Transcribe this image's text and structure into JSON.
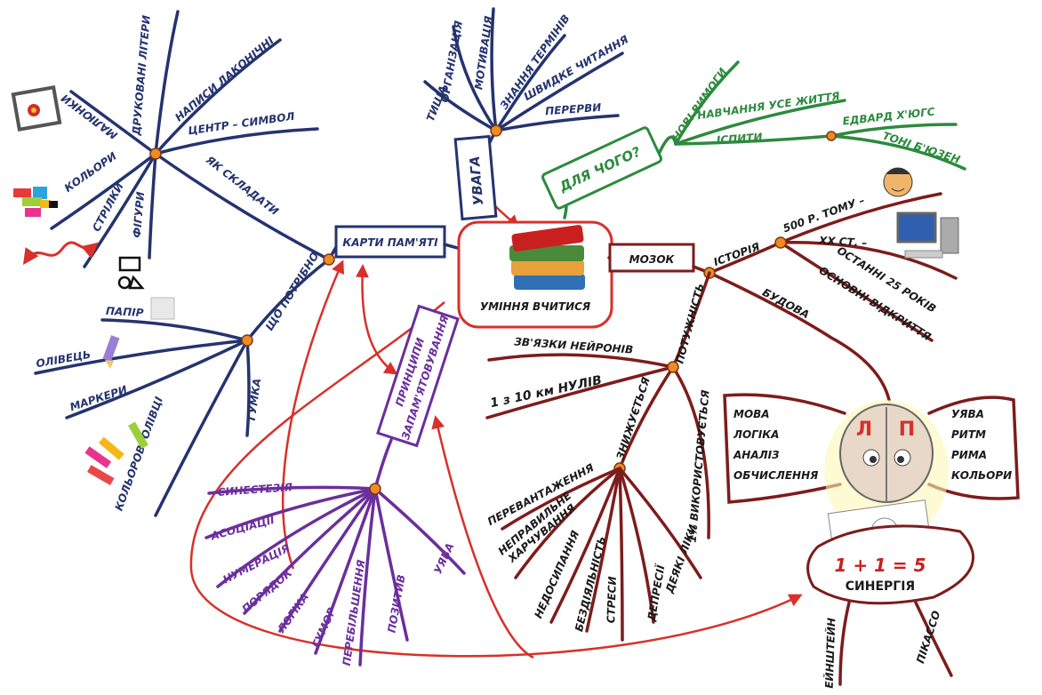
{
  "colors": {
    "blue": "#25336f",
    "maroon": "#7d1c1c",
    "green": "#2d8a3e",
    "purple": "#6b2f9c",
    "arrow": "#d8302a",
    "node": "#f08a24"
  },
  "center": {
    "label": "УМІННЯ ВЧИТИСЯ",
    "icon": "books-icon"
  },
  "maps": {
    "label": "КАРТИ ПАМ'ЯТІ",
    "how": {
      "label": "ЯК СКЛАДАТИ",
      "items": [
        "МАЛЮНКИ",
        "ДРУКОВАНІ ЛІТЕРИ",
        "НАПИСИ ЛАКОНІЧНІ",
        "ЦЕНТР – СИМВОЛ",
        "КОЛЬОРИ",
        "СТРІЛКИ",
        "ФІГУРИ"
      ]
    },
    "need": {
      "label": "ЩО ПОТРІБНО",
      "items": [
        "ПАПІР",
        "ОЛІВЕЦЬ",
        "МАРКЕРИ",
        "КОЛЬОРОВІ ОЛІВЦІ",
        "ГУМКА"
      ]
    }
  },
  "attention": {
    "label": "УВАГА",
    "items": [
      "ТИША",
      "ОРГАНІЗАЦІЯ",
      "МОТИВАЦІЯ",
      "ЗНАННЯ ТЕРМІНІВ",
      "ШВИДКЕ ЧИТАННЯ",
      "ПЕРЕРВИ"
    ]
  },
  "why": {
    "label": "ДЛЯ ЧОГО?",
    "items": [
      "НОВІ ВИМОГИ",
      "НАВЧАННЯ УСЕ ЖИТТЯ",
      "ІСПИТИ",
      "ЕДВАРД Х'ЮГС",
      "ТОНІ Б'ЮЗЕН"
    ]
  },
  "brain": {
    "label": "МОЗОК",
    "history": {
      "label": "ІСТОРІЯ",
      "items": [
        "500 Р. ТОМУ –",
        "XX СТ. –",
        "ОСТАННІ 25 РОКІВ",
        "ОСНОВНІ ВІДКРИТТЯ"
      ]
    },
    "structure": {
      "label": "БУДОВА",
      "left_letter": "Л",
      "right_letter": "П",
      "left": [
        "МОВА",
        "ЛОГІКА",
        "АНАЛІЗ",
        "ОБЧИСЛЕННЯ"
      ],
      "right": [
        "УЯВА",
        "РИТМ",
        "РИМА",
        "КОЛЬОРИ"
      ]
    },
    "power": {
      "label": "ПОТУЖНІСТЬ",
      "items": [
        "ЗВ'ЯЗКИ НЕЙРОНІВ",
        "1 з 10 км НУЛІВ",
        "1% ВИКОРИСТОВУЄТЬСЯ"
      ]
    },
    "decline": {
      "label": "ЗНИЖУЄТЬСЯ",
      "items": [
        "ПЕРЕВАНТАЖЕННЯ",
        "НЕПРАВИЛЬНЕ",
        "ХАРЧУВАННЯ",
        "НЕДОСИПАННЯ",
        "БЕЗДІЯЛЬНІСТЬ",
        "СТРЕСИ",
        "ДЕПРЕСІЇ",
        "ДЕЯКІ ЛІКИ"
      ]
    }
  },
  "synergy": {
    "formula": "1 + 1 = 5",
    "label": "СИНЕРГІЯ",
    "items": [
      "ЕЙНШТЕЙН",
      "ПІКАССО"
    ]
  },
  "principles": {
    "line1": "ПРИНЦИПИ",
    "line2": "ЗАПАМ'ЯТОВУВАННЯ",
    "items": [
      "СИНЕСТЕЗІЯ",
      "АСОЦІАЦІЇ",
      "НУМЕРАЦІЯ",
      "ПОРЯДОК",
      "ЛОГІКА",
      "ГУМОР",
      "ПЕРЕБІЛЬШЕННЯ",
      "ПОЗИТИВ",
      "УЯВА"
    ]
  }
}
